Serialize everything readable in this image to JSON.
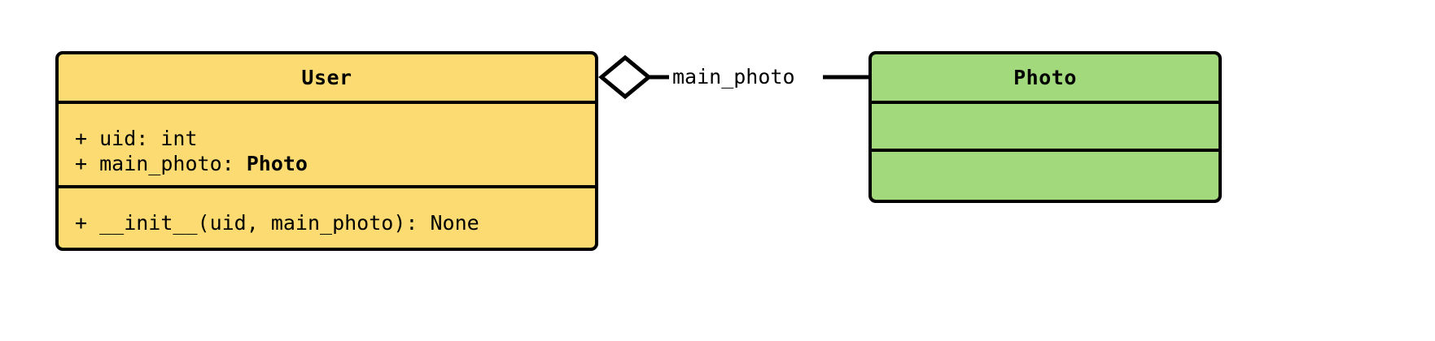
{
  "diagram": {
    "title": "UML class diagram",
    "type": "uml-class-diagram",
    "background_color": "#ffffff"
  },
  "classes": [
    {
      "id": "user",
      "name": "User",
      "fill_color": "#FCDC72",
      "border_color": "#000000",
      "attributes": [
        {
          "visibility": "+",
          "text": "+ uid: int"
        },
        {
          "visibility": "+",
          "prefix": "+ main_photo: ",
          "type_ref": "Photo"
        }
      ],
      "methods": [
        {
          "visibility": "+",
          "text": "+ __init__(uid, main_photo): None"
        }
      ]
    },
    {
      "id": "photo",
      "name": "Photo",
      "fill_color": "#A2D97C",
      "border_color": "#000000",
      "attributes": [],
      "methods": []
    }
  ],
  "relationships": [
    {
      "id": "user-photo-aggregation",
      "kind": "aggregation",
      "source": "User",
      "target": "Photo",
      "label": "main_photo",
      "diamond_fill": "#ffffff",
      "diamond_stroke": "#000000"
    }
  ]
}
